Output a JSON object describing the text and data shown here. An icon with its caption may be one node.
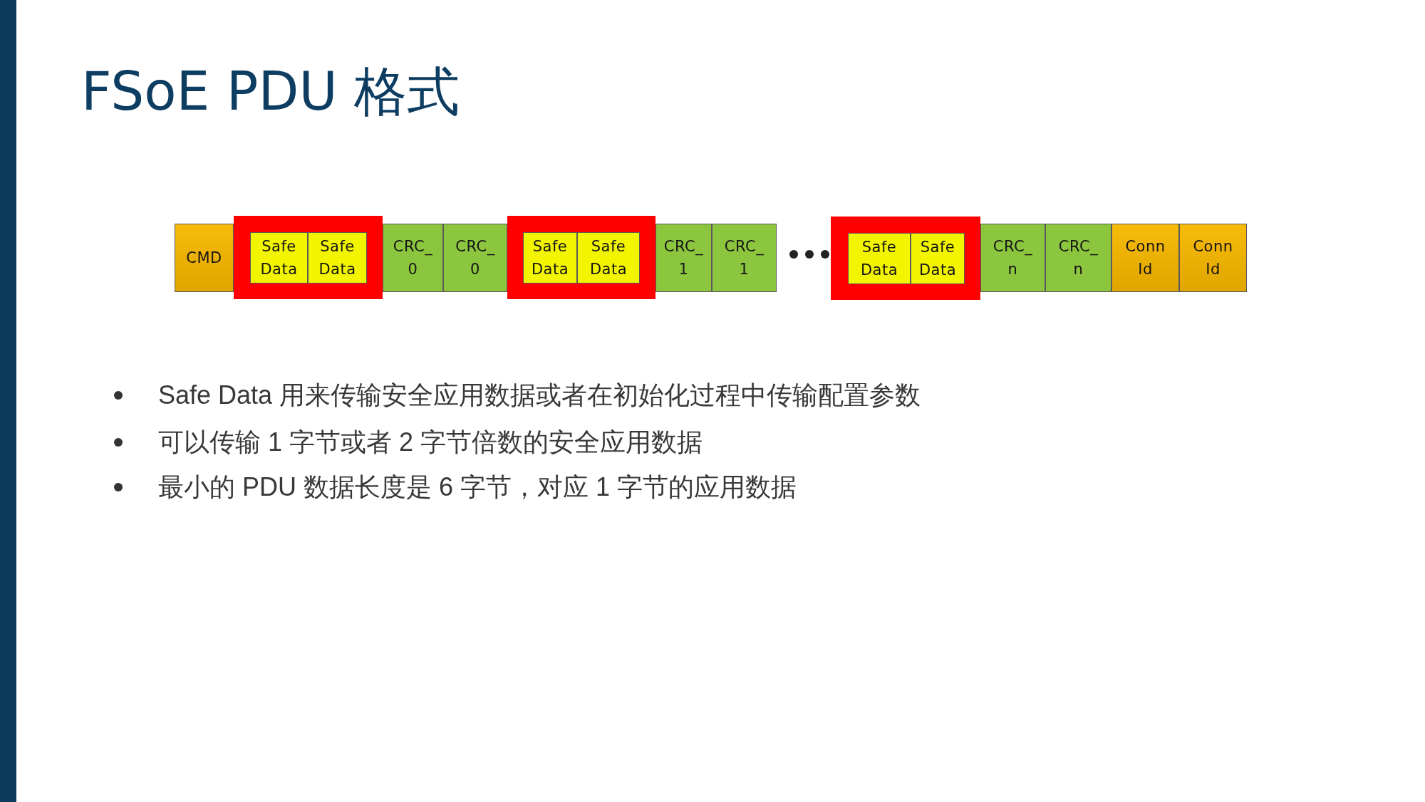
{
  "diagram": {
    "title": "FSoE PDU 格式",
    "nodes": [
      {
        "text": [
          "CMD"
        ]
      },
      {
        "text": [],
        "shape": "box"
      },
      {
        "text": [
          "Safe Data"
        ],
        "in": 1
      },
      {
        "text": [
          "Safe Data"
        ],
        "in": 1
      },
      {
        "text": [
          "CRC_ 0"
        ]
      },
      {
        "text": [
          "CRC_ 0"
        ]
      },
      {
        "text": [],
        "shape": "box"
      },
      {
        "text": [
          "Safe Data"
        ],
        "in": 6
      },
      {
        "text": [
          "Safe Data"
        ],
        "in": 6
      },
      {
        "text": [
          "CRC_ 1"
        ]
      },
      {
        "text": [
          "CRC_ 1"
        ]
      },
      {
        "text": [],
        "shape": "box"
      },
      {
        "text": [
          "Safe Data"
        ],
        "in": 11
      },
      {
        "text": [
          "Safe Data"
        ],
        "in": 11
      },
      {
        "text": [
          "CRC_ n"
        ]
      },
      {
        "text": [
          "CRC_ n"
        ]
      },
      {
        "text": [
          "Conn Id"
        ]
      },
      {
        "text": [
          "Conn Id"
        ]
      }
    ],
    "labels": [
      "Safe Data 用来传输安全应用数据或者在初始化过程中传输配置参数",
      "可以传输 1 字节或者 2 字节倍数的安全应用数据",
      "最小的 PDU 数据长度是 6 字节，对应 1 字节的应用数据"
    ]
  }
}
